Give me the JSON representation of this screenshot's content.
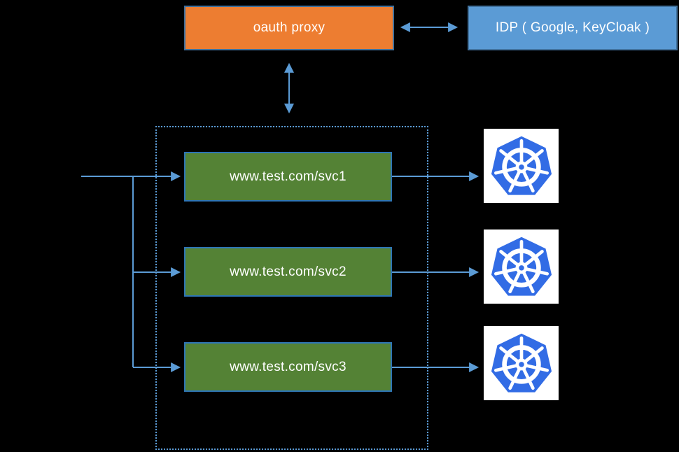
{
  "diagram": {
    "oauth_proxy": {
      "label": "oauth proxy",
      "fill_color": "#ED7D31",
      "border_color": "#41719C"
    },
    "idp": {
      "label": "IDP ( Google, KeyCloak )",
      "fill_color": "#5B9BD5",
      "border_color": "#41719C"
    },
    "services": [
      {
        "label": "www.test.com/svc1",
        "icon": "kubernetes-icon"
      },
      {
        "label": "www.test.com/svc2",
        "icon": "kubernetes-icon"
      },
      {
        "label": "www.test.com/svc3",
        "icon": "kubernetes-icon"
      }
    ],
    "service_fill_color": "#548235",
    "service_border_color": "#2E75B6",
    "kubernetes_logo_color": "#326CE5",
    "connector_color": "#5B9BD5",
    "background_color": "#000000",
    "ingress_boundary": {
      "style": "dotted",
      "color": "#5B9BD5"
    }
  }
}
